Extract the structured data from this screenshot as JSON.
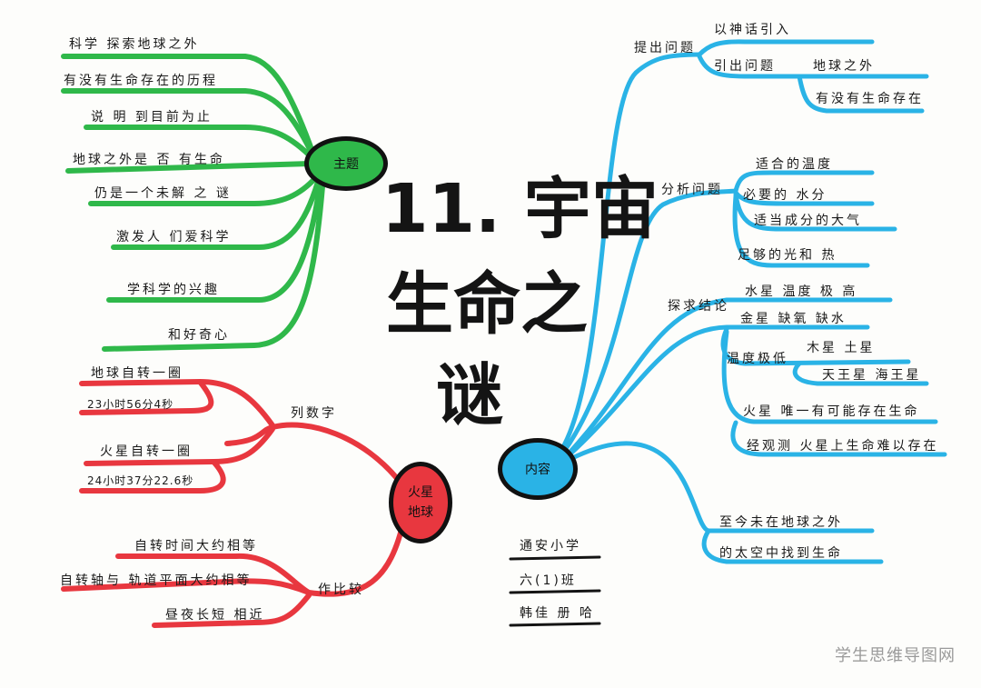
{
  "title": {
    "line1": "11. 宇宙",
    "line2": "生命之",
    "line3": "谜"
  },
  "colors": {
    "green": "#2fb84a",
    "cyan": "#2ab3e6",
    "red": "#e8373f",
    "ink": "#141414"
  },
  "theme": {
    "label": "主题",
    "items": [
      "科学 探索地球之外",
      "有没有生命存在的历程",
      "说 明 到目前为止",
      "地球之外是 否 有生命",
      "仍是一个未解 之 谜",
      "激发人 们爱科学",
      "学科学的兴趣",
      "和好奇心"
    ]
  },
  "content": {
    "label": "内容",
    "raise": {
      "label": "提出问题",
      "items": [
        "以神话引入",
        "引出问题",
        "地球之外",
        "有没有生命存在"
      ]
    },
    "analyze": {
      "label": "分析问题",
      "items": [
        "适合的温度",
        "必要的 水分",
        "适当成分的大气",
        "足够的光和 热"
      ]
    },
    "conclude": {
      "label": "探求结论",
      "items": [
        "水星 温度 极 高",
        "金星 缺氧 缺水",
        "温度极低",
        "木星 土星",
        "天王星 海王星",
        "火星 唯一有可能存在生命",
        "经观测 火星上生命难以存在"
      ]
    },
    "final": [
      "至今未在地球之外",
      "的太空中找到生命"
    ]
  },
  "marsEarth": {
    "label_line1": "火星",
    "label_line2": "地球",
    "list": {
      "label": "列数字",
      "items": [
        "地球自转一圈",
        "23小时56分4秒",
        "火星自转一圈",
        "24小时37分22.6秒"
      ]
    },
    "compare": {
      "label": "作比较",
      "items": [
        "自转时间大约相等",
        "自转轴与 轨道平面大约相等",
        "昼夜长短 相近"
      ]
    }
  },
  "signature": [
    "通安小学",
    "六(1)班",
    "韩佳 册 哈"
  ],
  "watermark": "学生思维导图网"
}
